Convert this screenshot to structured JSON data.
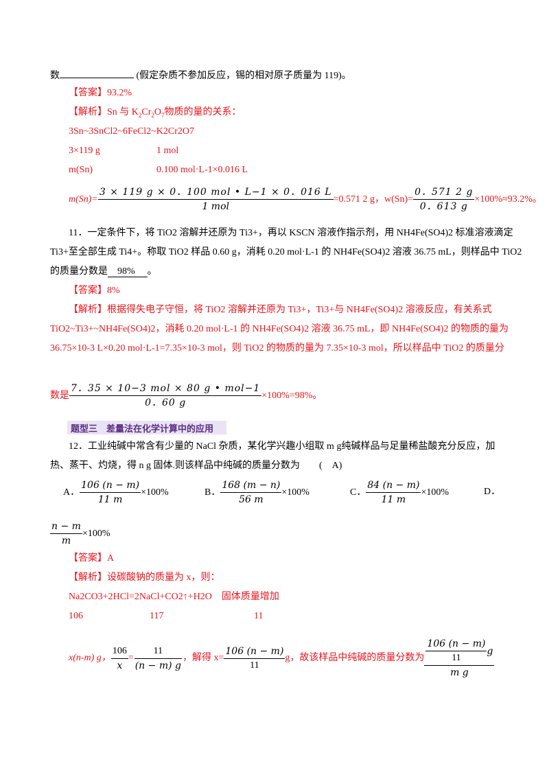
{
  "q10": {
    "line1_a": "数",
    "line1_b": " (假定杂质不参加反应，锡的相对原子质量为 119)。",
    "answer": "【答案】93.2%",
    "analysis_head": "【解析】Sn 与 K",
    "analysis_tail": "物质的量的关系：",
    "chain": "3Sn~3SnCl2~6FeCl2~K2Cr2O7",
    "row1_a": "3×119 g",
    "row1_b": "1 mol",
    "row2_a": "m(Sn)",
    "row2_b": "0.100 mol·L-1×0.016 L",
    "calc_prefix": "m(Sn)=",
    "calc_num": "3 × 119   g × 0．100 mol • L−1 × 0．016   L",
    "calc_den": "1 mol",
    "calc_mid": "=0.571 2 g，w(Sn)=",
    "calc2_num": "0．571   2   g",
    "calc2_den": "0．613   g",
    "calc_suffix": "×100%≈93.2%。"
  },
  "q11": {
    "line1": "11．一定条件下，将 TiO2 溶解并还原为 Ti3+，再以 KSCN 溶液作指示剂，用 NH4Fe(SO4)2 标准溶液滴定",
    "line2": "Ti3+至全部生成 Ti4+。称取 TiO2 样品 0.60 g，消耗 0.20 mol·L-1 的 NH4Fe(SO4)2 溶液 36.75 mL，则样品中 TiO2",
    "line3_a": "的质量分数是",
    "line3_blank": "98%",
    "line3_b": "。",
    "answer": "【答案】8%",
    "analysis1": "【解析】根据得失电子守恒，将 TiO2 溶解并还原为 Ti3+，Ti3+与 NH4Fe(SO4)2 溶液反应，有关系式",
    "analysis2": "TiO2~Ti3+~NH4Fe(SO4)2，消耗 0.20 mol·L-1 的 NH4Fe(SO4)2 溶液 36.75 mL，即 NH4Fe(SO4)2 的物质的量为",
    "analysis3": "36.75×10-3 L×0.20 mol·L-1=7.35×10-3 mol，则 TiO2 的物质的量为 7.35×10-3 mol，所以样品中 TiO2 的质量分",
    "calc_prefix": "数是",
    "calc_num": "7．35 × 10−3 mol × 80   g • mol−1",
    "calc_den": "0．60   g",
    "calc_suffix": "×100%=98%。"
  },
  "section": {
    "badge": "题型三　差量法在化学计算中的应用"
  },
  "q12": {
    "line1": "12．工业纯碱中常含有少量的 NaCl 杂质，某化学兴趣小组取 m  g纯碱样品与足量稀盐酸充分反应，加",
    "line2": "热、蒸干、灼烧，得 n  g 固体.则该样品中纯碱的质量分数为　　(　A)",
    "opt_a_label": "A．",
    "opt_a_num": "106 (n − m)",
    "opt_a_den": "11 m",
    "opt_b_label": "B．",
    "opt_b_num": "168 (m − n)",
    "opt_b_den": "56 m",
    "opt_c_label": "C．",
    "opt_c_num": "84 (n − m)",
    "opt_c_den": "11 m",
    "opt_d_label": "D．",
    "opt_d_num": "n − m",
    "opt_d_den": "m",
    "pct": "×100%",
    "answer": "【答案】A",
    "analysis1": "【解析】设碳酸钠的质量为 x，则：",
    "equation": "Na2CO3+2HCl=2NaCl+CO2↑+H2O　固体质量增加",
    "row_a": "106",
    "row_b": "117",
    "row_c": "11",
    "calc_start": "x(n-m) g，",
    "calc_f1_num": "106",
    "calc_f1_den": "x",
    "calc_eq": "=",
    "calc_f2_num": "11",
    "calc_f2_den": "(n − m)  g",
    "calc_mid": "，解得 x=",
    "calc_f3_num": "106 (n − m)",
    "calc_f3_den": "11",
    "calc_mid2": " g，故该样品中纯碱的质量分数为",
    "calc_f4_num_top": "106 (n − m)",
    "calc_f4_num_bot": "11",
    "calc_f4_unit": "g",
    "calc_f4_den": "m g"
  }
}
